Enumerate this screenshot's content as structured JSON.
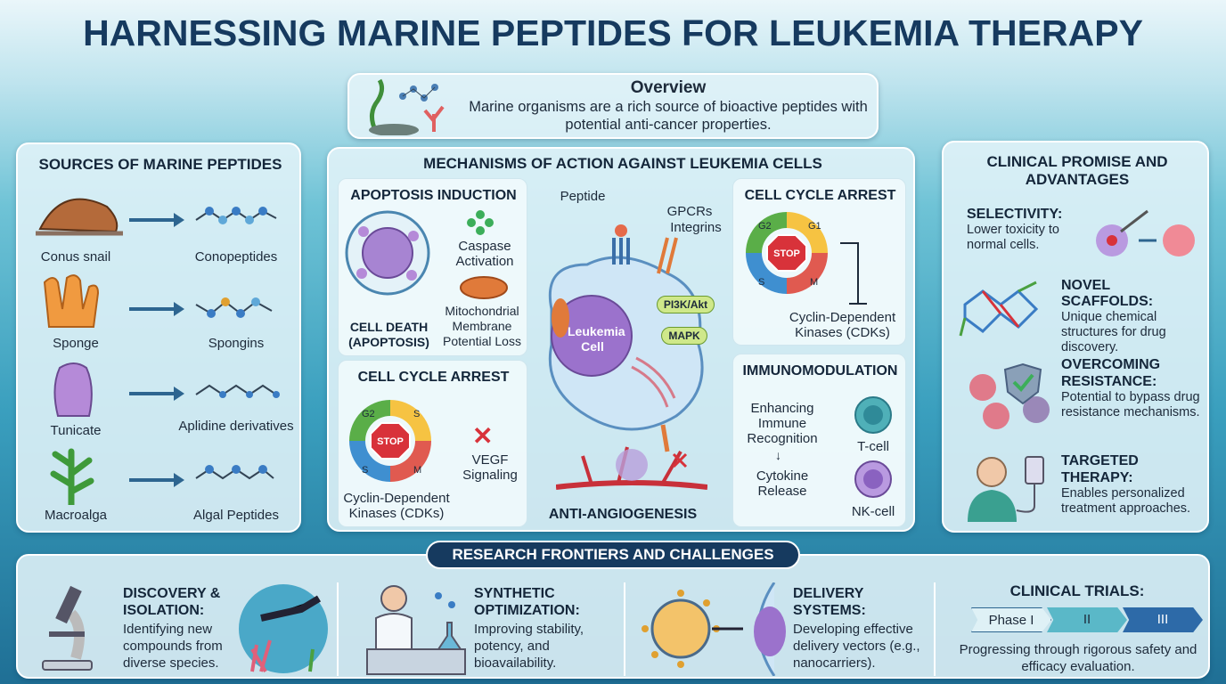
{
  "title": "HARNESSING MARINE PEPTIDES FOR LEUKEMIA THERAPY",
  "overview": {
    "heading": "Overview",
    "text": "Marine organisms are a rich source of bioactive peptides with potential anti-cancer properties."
  },
  "sources": {
    "heading": "SOURCES OF MARINE PEPTIDES",
    "items": [
      {
        "organism": "Conus snail",
        "peptide": "Conopeptides"
      },
      {
        "organism": "Sponge",
        "peptide": "Spongins"
      },
      {
        "organism": "Tunicate",
        "peptide": "Aplidine derivatives"
      },
      {
        "organism": "Macroalga",
        "peptide": "Algal Peptides"
      }
    ]
  },
  "mechanisms": {
    "heading": "MECHANISMS OF ACTION AGAINST LEUKEMIA CELLS",
    "apoptosis": {
      "heading": "APOPTOSIS INDUCTION",
      "caspase": "Caspase Activation",
      "mito": "Mitochondrial Membrane Potential Loss",
      "death": "CELL DEATH (APOPTOSIS)"
    },
    "cell": {
      "peptide": "Peptide",
      "gpcrs": "GPCRs",
      "integrins": "Integrins",
      "pi3k": "PI3K/Akt",
      "mapk": "MAPK",
      "label": "Leukemia Cell"
    },
    "cycle_top": {
      "heading": "CELL CYCLE ARREST",
      "phases": [
        "G2",
        "G1",
        "S",
        "M"
      ],
      "stop": "STOP",
      "cdk": "Cyclin-Dependent Kinases (CDKs)"
    },
    "cycle_bottom": {
      "heading": "CELL CYCLE ARREST",
      "phases": [
        "G2",
        "S",
        "S",
        "M"
      ],
      "stop": "STOP",
      "vegf": "VEGF Signaling",
      "cdk": "Cyclin-Dependent Kinases (CDKs)"
    },
    "angio": "ANTI-ANGIOGENESIS",
    "immuno": {
      "heading": "IMMUNOMODULATION",
      "recog": "Enhancing Immune Recognition",
      "cytokine": "Cytokine Release",
      "tcell": "T-cell",
      "nkcell": "NK-cell"
    }
  },
  "clinical": {
    "heading": "CLINICAL PROMISE AND ADVANTAGES",
    "items": [
      {
        "title": "SELECTIVITY:",
        "desc": "Lower toxicity to normal cells."
      },
      {
        "title": "NOVEL SCAFFOLDS:",
        "desc": "Unique chemical structures for drug discovery."
      },
      {
        "title": "OVERCOMING RESISTANCE:",
        "desc": "Potential to bypass drug resistance mechanisms."
      },
      {
        "title": "TARGETED THERAPY:",
        "desc": "Enables personalized treatment approaches."
      }
    ]
  },
  "research": {
    "heading": "RESEARCH FRONTIERS AND CHALLENGES",
    "items": [
      {
        "title": "DISCOVERY & ISOLATION:",
        "desc": "Identifying new compounds from diverse species."
      },
      {
        "title": "SYNTHETIC OPTIMIZATION:",
        "desc": "Improving stability, potency, and bioavailability."
      },
      {
        "title": "DELIVERY SYSTEMS:",
        "desc": "Developing effective delivery vectors (e.g., nanocarriers)."
      }
    ],
    "trials": {
      "title": "CLINICAL TRIALS:",
      "phases": [
        "Phase I",
        "II",
        "III"
      ],
      "desc": "Progressing through rigorous safety and efficacy evaluation."
    }
  },
  "colors": {
    "navy": "#163a5f",
    "arrow": "#2d6590",
    "stop": "#d8323a"
  }
}
